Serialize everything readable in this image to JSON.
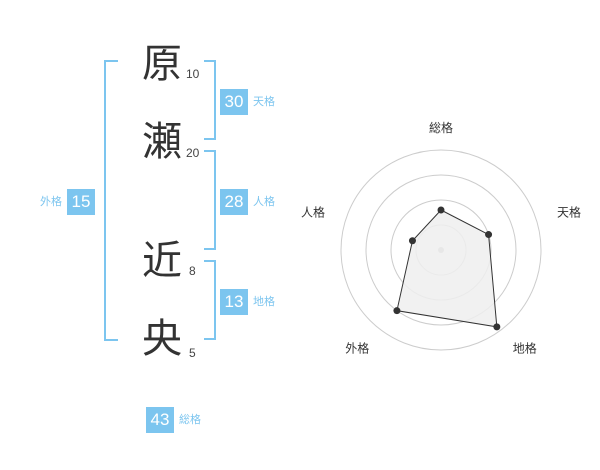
{
  "name": {
    "chars": [
      {
        "char": "原",
        "strokes": "10"
      },
      {
        "char": "瀬",
        "strokes": "20"
      },
      {
        "char": "近",
        "strokes": "8"
      },
      {
        "char": "央",
        "strokes": "5"
      }
    ]
  },
  "scores": {
    "tenkaku": {
      "value": "30",
      "label": "天格"
    },
    "jinkaku": {
      "value": "28",
      "label": "人格"
    },
    "chikaku": {
      "value": "13",
      "label": "地格"
    },
    "gaikaku": {
      "value": "15",
      "label": "外格"
    },
    "soukaku": {
      "value": "43",
      "label": "総格"
    }
  },
  "radar": {
    "axes": [
      "総格",
      "天格",
      "地格",
      "外格",
      "人格"
    ],
    "levels": 4,
    "values": [
      0.4,
      0.5,
      0.95,
      0.75,
      0.3
    ],
    "colors": {
      "ring": "#cccccc",
      "fill": "#eeeeee",
      "line": "#333333",
      "point": "#333333",
      "center": "#bbbbbb"
    }
  }
}
